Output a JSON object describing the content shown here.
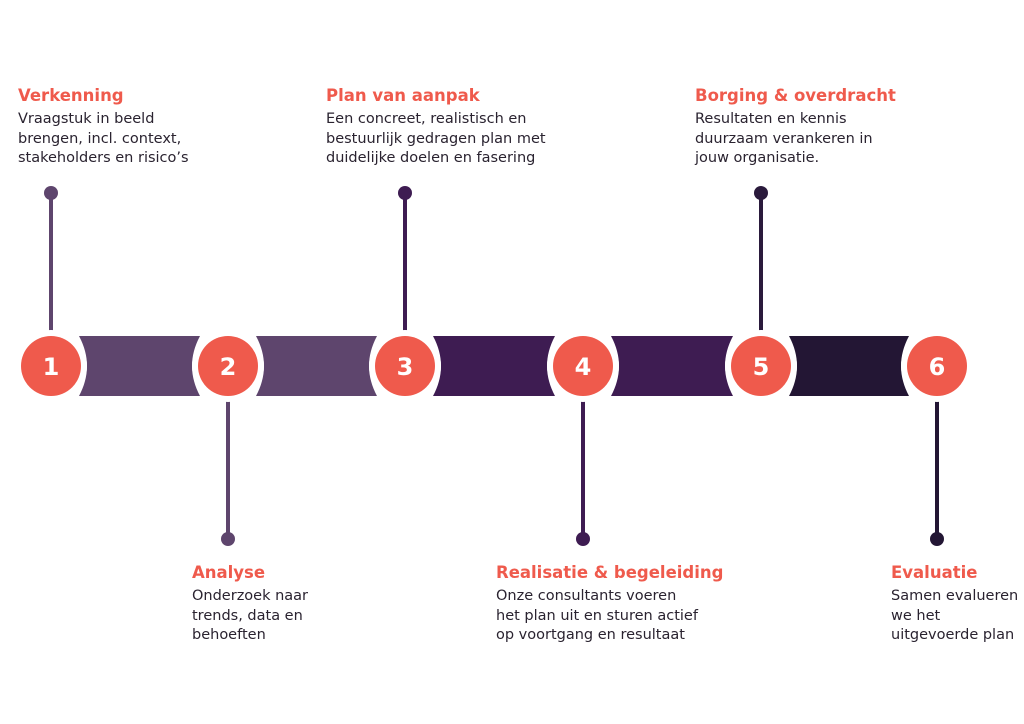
{
  "colors": {
    "accent": "#ef5a4c",
    "band": [
      "#5e456d",
      "#5e456d",
      "#3e1c52",
      "#3e1c52",
      "#231634"
    ],
    "connector": [
      "#5e456d",
      "#5e456d",
      "#3e1c52",
      "#3e1c52",
      "#2a1a3c",
      "#231634"
    ],
    "text": "#2a2330"
  },
  "steps": [
    {
      "number": "1",
      "title": "Verkenning",
      "description": [
        "Vraagstuk in beeld",
        "brengen, incl. context,",
        "stakeholders en risico’s"
      ]
    },
    {
      "number": "2",
      "title": "Analyse",
      "description": [
        "Onderzoek naar",
        "trends, data en",
        "behoeften"
      ]
    },
    {
      "number": "3",
      "title": "Plan van aanpak",
      "description": [
        "Een concreet, realistisch en",
        "bestuurlijk gedragen plan met",
        "duidelijke doelen en fasering"
      ]
    },
    {
      "number": "4",
      "title": "Realisatie & begeleiding",
      "description": [
        "Onze consultants voeren",
        "het plan uit en sturen actief",
        "op voortgang en resultaat"
      ]
    },
    {
      "number": "5",
      "title": "Borging & overdracht",
      "description": [
        "Resultaten en kennis",
        "duurzaam verankeren in",
        "jouw organisatie."
      ]
    },
    {
      "number": "6",
      "title": "Evaluatie",
      "description": [
        "Samen evalueren",
        "we het",
        "uitgevoerde plan"
      ]
    }
  ]
}
